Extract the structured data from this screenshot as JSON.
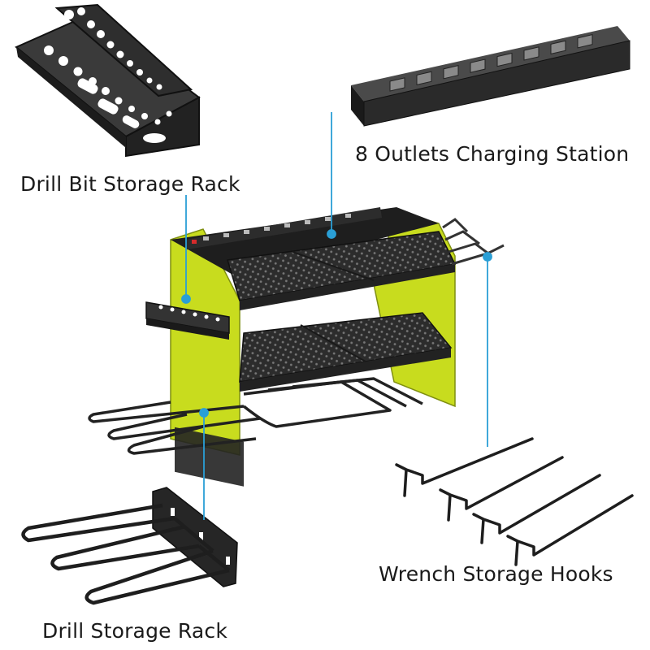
{
  "labels": {
    "drill_bit_rack": "Drill Bit Storage Rack",
    "charging_station": "8 Outlets Charging Station",
    "wrench_hooks": "Wrench Storage Hooks",
    "drill_rack": "Drill Storage Rack"
  },
  "power_strip": {
    "outlet_count": 8
  },
  "colors": {
    "side_panel": "#c8dc1e",
    "metal": "#2b2b2b",
    "callout_line": "#2a9fd6",
    "switch": "#d62b2b"
  },
  "icons": [
    "drill-bit-rack-illustration",
    "power-strip-illustration",
    "tool-organizer-illustration",
    "wrench-hooks-illustration",
    "drill-rack-illustration"
  ]
}
